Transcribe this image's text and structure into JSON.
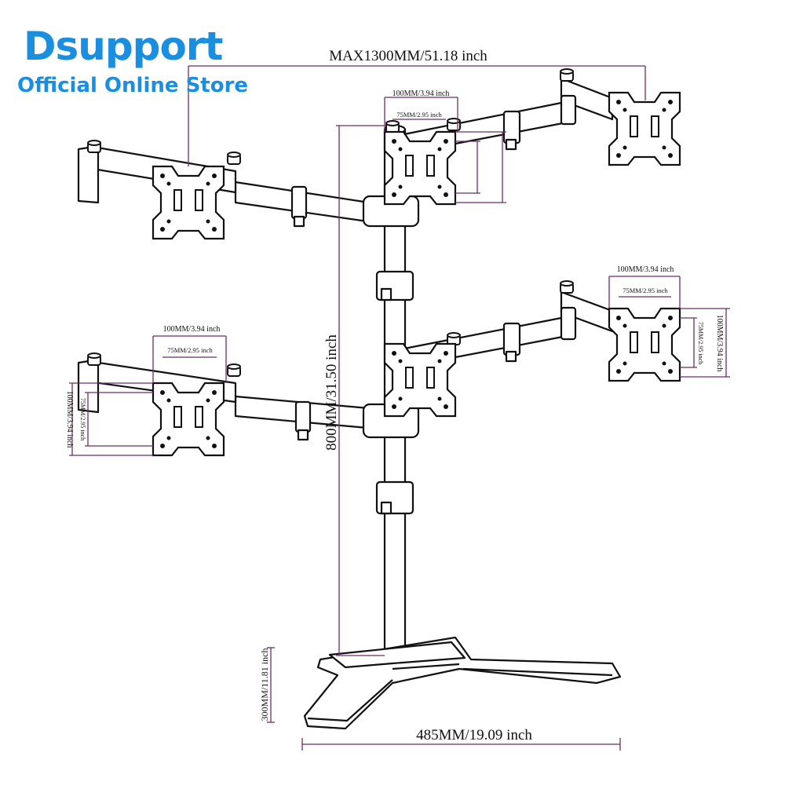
{
  "brand": {
    "name": "Dsupport",
    "subtitle": "Official Online Store",
    "color": "#1a8fe0"
  },
  "dimensions": {
    "max_width": "MAX1300MM/51.18 inch",
    "pole_height": "800MM/31.50 inch",
    "base_width": "485MM/19.09 inch",
    "base_depth": "300MM/11.81 inch",
    "vesa_100": "100MM/3.94 inch",
    "vesa_75": "75MM/2.95 inch",
    "vesa_100_compact": "100MM/3.94 inch",
    "vesa_75_compact": "75MM/2.95 inch"
  },
  "colors": {
    "dimension_line": "#6b2f66",
    "drawing_line": "#111111"
  }
}
